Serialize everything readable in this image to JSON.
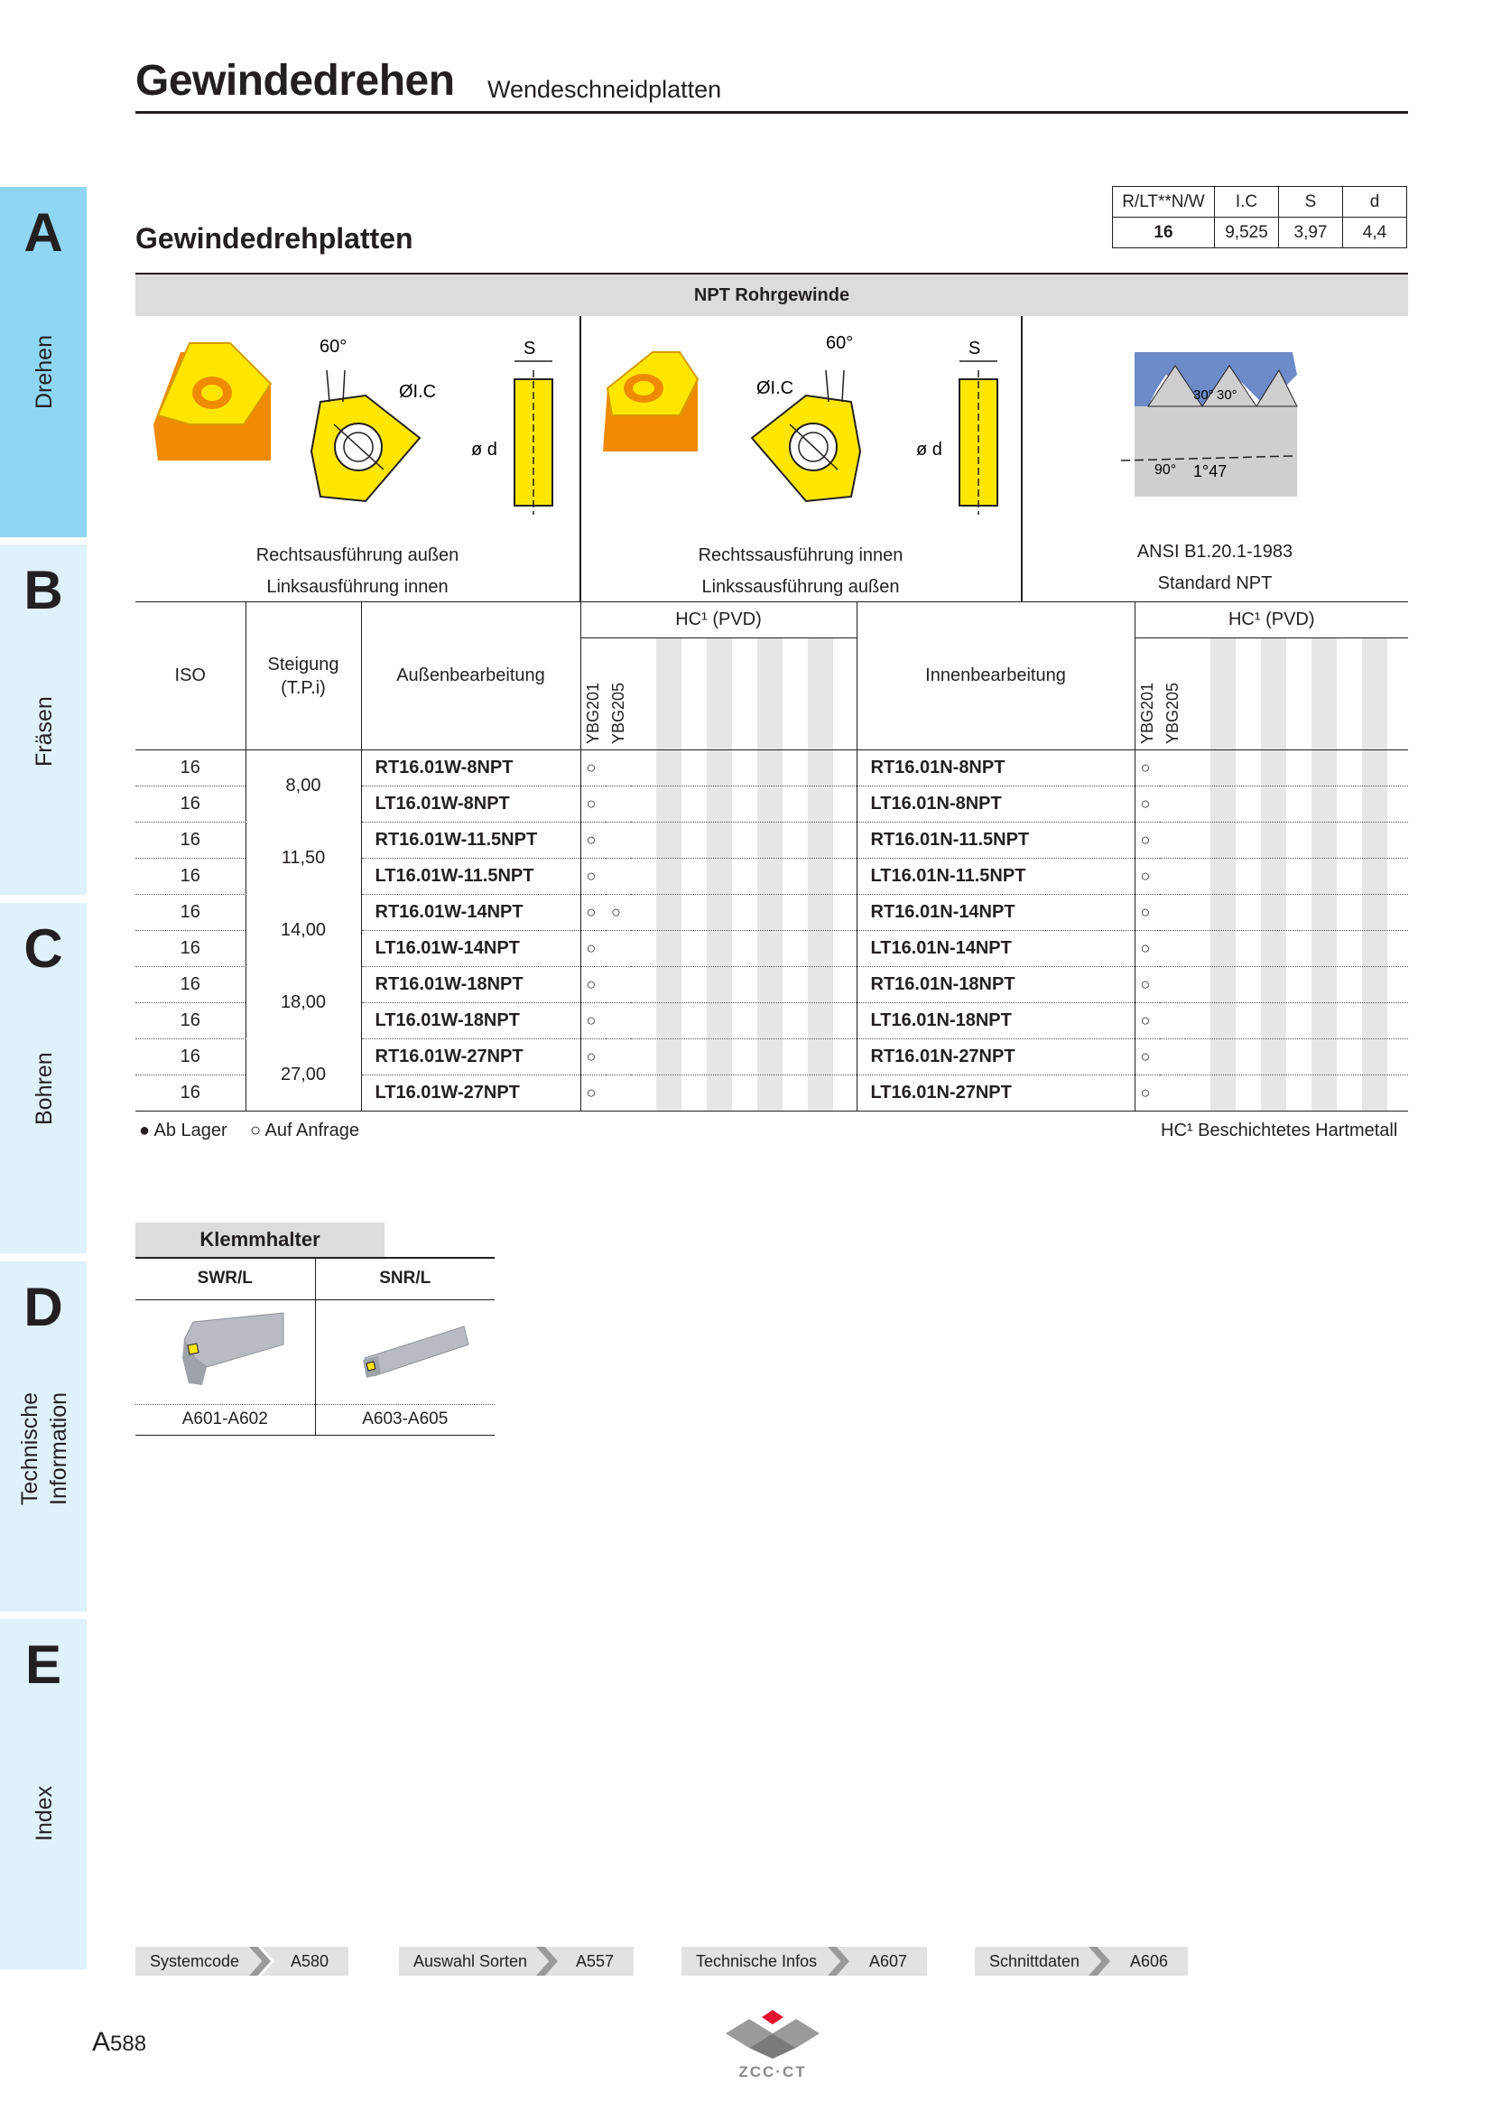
{
  "header": {
    "title": "Gewindedrehen",
    "subtitle": "Wendeschneidplatten"
  },
  "tabs": [
    {
      "letter": "A",
      "label": "Drehen"
    },
    {
      "letter": "B",
      "label": "Fräsen"
    },
    {
      "letter": "C",
      "label": "Bohren"
    },
    {
      "letter": "D",
      "label_line1": "Technische",
      "label_line2": "Information"
    },
    {
      "letter": "E",
      "label": "Index"
    }
  ],
  "section_title": "Gewindedrehplatten",
  "spec_table": {
    "headers": [
      "R/LT**N/W",
      "I.C",
      "S",
      "d"
    ],
    "values": [
      "16",
      "9,525",
      "3,97",
      "4,4"
    ]
  },
  "banner": "NPT Rohrgewinde",
  "diagrams": {
    "angle": "60°",
    "ic": "ØI.C",
    "s": "S",
    "d": "ø d",
    "ntp_angle_left": "30°",
    "ntp_angle_right": "30°",
    "ntp_90": "90°",
    "ntp_taper": "1°47"
  },
  "captions": {
    "c1_line1": "Rechtsausführung außen",
    "c1_line2": "Linksausführung innen",
    "c2_line1": "Rechtssausführung innen",
    "c2_line2": "Linkssausführung außen",
    "c3_line1": "ANSI B1.20.1-1983",
    "c3_line2": "Standard NPT"
  },
  "main_table": {
    "col_iso": "ISO",
    "col_pitch_1": "Steigung",
    "col_pitch_2": "(T.P.i)",
    "col_ext": "Außenbearbeitung",
    "col_int": "Innenbearbeitung",
    "hc_label": "HC¹ (PVD)",
    "grade_1": "YBG201",
    "grade_2": "YBG205",
    "rows": [
      {
        "iso": "16",
        "pitch": "8,00",
        "ext": "RT16.01W-8NPT",
        "ext_201": "○",
        "ext_205": "",
        "int": "RT16.01N-8NPT",
        "int_201": "○",
        "int_205": ""
      },
      {
        "iso": "16",
        "pitch": "",
        "ext": "LT16.01W-8NPT",
        "ext_201": "○",
        "ext_205": "",
        "int": "LT16.01N-8NPT",
        "int_201": "○",
        "int_205": ""
      },
      {
        "iso": "16",
        "pitch": "11,50",
        "ext": "RT16.01W-11.5NPT",
        "ext_201": "○",
        "ext_205": "",
        "int": "RT16.01N-11.5NPT",
        "int_201": "○",
        "int_205": ""
      },
      {
        "iso": "16",
        "pitch": "",
        "ext": "LT16.01W-11.5NPT",
        "ext_201": "○",
        "ext_205": "",
        "int": "LT16.01N-11.5NPT",
        "int_201": "○",
        "int_205": ""
      },
      {
        "iso": "16",
        "pitch": "14,00",
        "ext": "RT16.01W-14NPT",
        "ext_201": "○",
        "ext_205": "○",
        "int": "RT16.01N-14NPT",
        "int_201": "○",
        "int_205": ""
      },
      {
        "iso": "16",
        "pitch": "",
        "ext": "LT16.01W-14NPT",
        "ext_201": "○",
        "ext_205": "",
        "int": "LT16.01N-14NPT",
        "int_201": "○",
        "int_205": ""
      },
      {
        "iso": "16",
        "pitch": "18,00",
        "ext": "RT16.01W-18NPT",
        "ext_201": "○",
        "ext_205": "",
        "int": "RT16.01N-18NPT",
        "int_201": "○",
        "int_205": ""
      },
      {
        "iso": "16",
        "pitch": "",
        "ext": "LT16.01W-18NPT",
        "ext_201": "○",
        "ext_205": "",
        "int": "LT16.01N-18NPT",
        "int_201": "○",
        "int_205": ""
      },
      {
        "iso": "16",
        "pitch": "27,00",
        "ext": "RT16.01W-27NPT",
        "ext_201": "○",
        "ext_205": "",
        "int": "RT16.01N-27NPT",
        "int_201": "○",
        "int_205": ""
      },
      {
        "iso": "16",
        "pitch": "",
        "ext": "LT16.01W-27NPT",
        "ext_201": "○",
        "ext_205": "",
        "int": "LT16.01N-27NPT",
        "int_201": "○",
        "int_205": ""
      }
    ]
  },
  "legend": {
    "stock": "● Ab Lager",
    "on_request": "○ Auf Anfrage",
    "note": "HC¹ Beschichtetes Hartmetall"
  },
  "clamp": {
    "title": "Klemmhalter",
    "col1": "SWR/L",
    "col2": "SNR/L",
    "ref1": "A601-A602",
    "ref2": "A603-A605"
  },
  "footer_nav": [
    {
      "label": "Systemcode",
      "page": "A580"
    },
    {
      "label": "Auswahl Sorten",
      "page": "A557"
    },
    {
      "label": "Technische Infos",
      "page": "A607"
    },
    {
      "label": "Schnittdaten",
      "page": "A606"
    }
  ],
  "page_number": {
    "prefix": "A",
    "number": "588"
  },
  "logo_text": "ZCC·CT",
  "colors": {
    "tab_active": "#8fd6f2",
    "tab_inactive": "#dff1fa",
    "insert_yellow": "#ffe600",
    "thread_blue": "#6d8bc9"
  }
}
